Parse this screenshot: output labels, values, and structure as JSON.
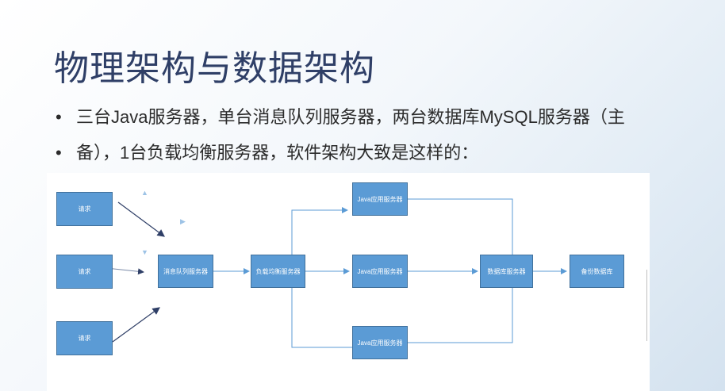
{
  "title": "物理架构与数据架构",
  "bullets": [
    "三台Java服务器，单台消息队列服务器，两台数据库MySQL服务器（主",
    "备），1台负载均衡服务器，软件架构大致是这样的："
  ],
  "diagram": {
    "requests": [
      "请求",
      "请求",
      "请求"
    ],
    "mq": "消息队列服务器",
    "lb": "负载均衡服务器",
    "java": [
      "Java应用服务器",
      "Java应用服务器",
      "Java应用服务器"
    ],
    "db": "数据库服务器",
    "backup": "备份数据库",
    "colors": {
      "box": "#5b9bd5",
      "border": "#41719c",
      "arrow": "#5b9bd5",
      "request_arrow": "#2f3f67"
    }
  }
}
